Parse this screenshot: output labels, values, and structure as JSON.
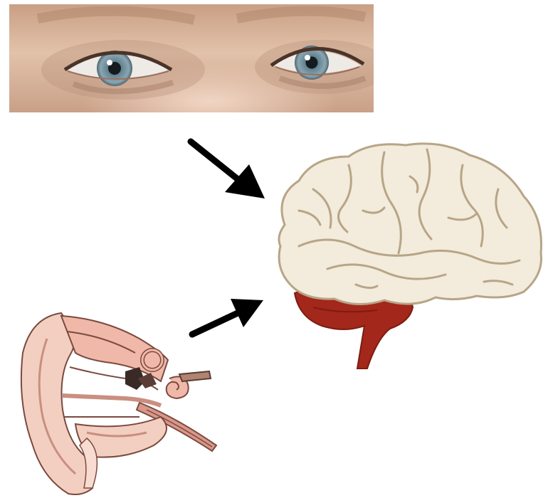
{
  "figure": {
    "panels": [
      {
        "icon": "eyes-photo-icon"
      },
      {
        "icon": "ear-anatomy-icon"
      },
      {
        "icon": "brain-icon"
      }
    ],
    "arrows": [
      {
        "from": "eyes",
        "to": "brain"
      },
      {
        "from": "ear",
        "to": "brain"
      }
    ],
    "colors": {
      "iris": "#7f9aa6",
      "skin": "#d9b59a",
      "brain_cortex": "#f3ebdb",
      "brain_sulci": "#b7a587",
      "cerebellum": "#a3271a",
      "ear_tissue": "#f0b8a8",
      "arrow": "#000000"
    }
  }
}
